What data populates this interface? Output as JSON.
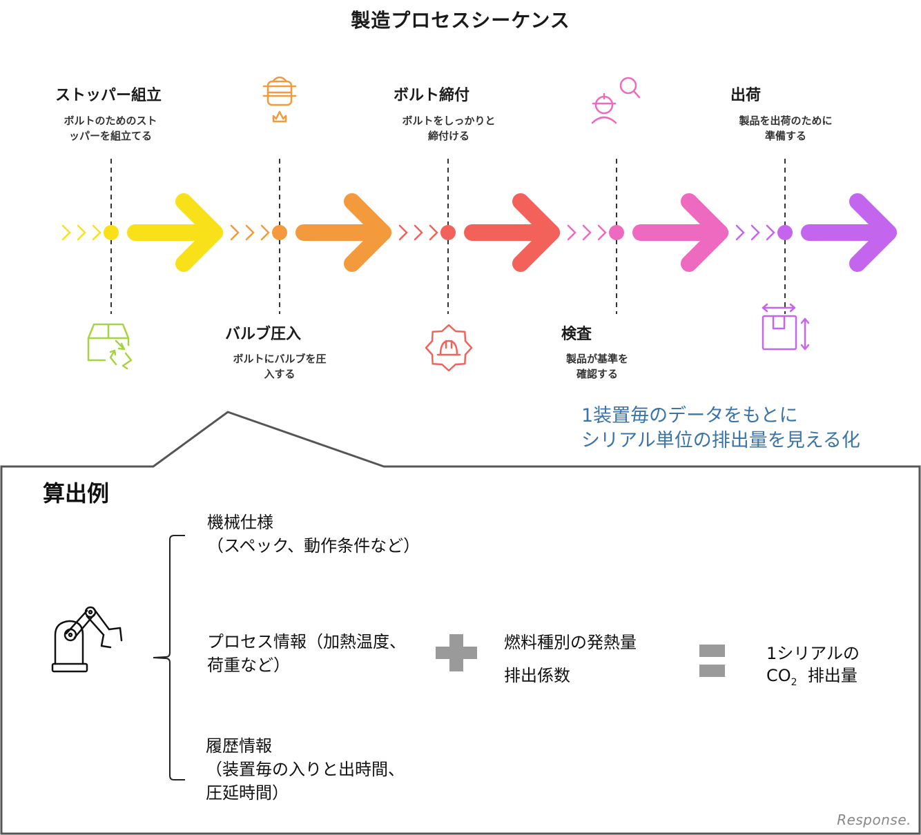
{
  "title": "製造プロセスシーケンス",
  "colors": {
    "step1": "#f9e11a",
    "step2": "#f39a3c",
    "step3": "#f2625a",
    "step4": "#ee69c0",
    "step5": "#c465ee",
    "step1_icon": "#a6d33f",
    "note": "#3a74a8",
    "operator": "#9a9a9a",
    "frame": "#555555"
  },
  "steps": [
    {
      "title": "ストッパー組立",
      "desc": "ボルトのためのスト\nッパーを組立てる",
      "icon": "box-recycle-icon"
    },
    {
      "title": "バルブ圧入",
      "desc": "ボルトにバルブを圧\n入する",
      "icon": "steamer-pot-icon"
    },
    {
      "title": "ボルト締付",
      "desc": "ボルトをしっかりと\n締付ける",
      "icon": "gear-helmet-icon"
    },
    {
      "title": "検査",
      "desc": "製品が基準を\n確認する",
      "icon": "inspector-magnifier-icon"
    },
    {
      "title": "出荷",
      "desc": "製品を出荷のために\n準備する",
      "icon": "package-dimensions-icon"
    }
  ],
  "note": "1装置毎のデータをもとに\nシリアル単位の排出量を見える化",
  "calc": {
    "title": "算出例",
    "icon": "robot-arm-icon",
    "inputs": [
      "機械仕様\n（スペック、動作条件など）",
      "プロセス情報（加熱温度、\n荷重など）",
      "履歴情報\n（装置毎の入りと出時間、\n圧延時間）"
    ],
    "plus_symbol": "+",
    "factors": [
      "燃料種別の発熱量",
      "排出係数"
    ],
    "equals_symbol": "=",
    "result_line1": "1シリアルの",
    "result_co2": "CO",
    "result_sub": "2",
    "result_tail": "排出量"
  },
  "watermark": "Response."
}
